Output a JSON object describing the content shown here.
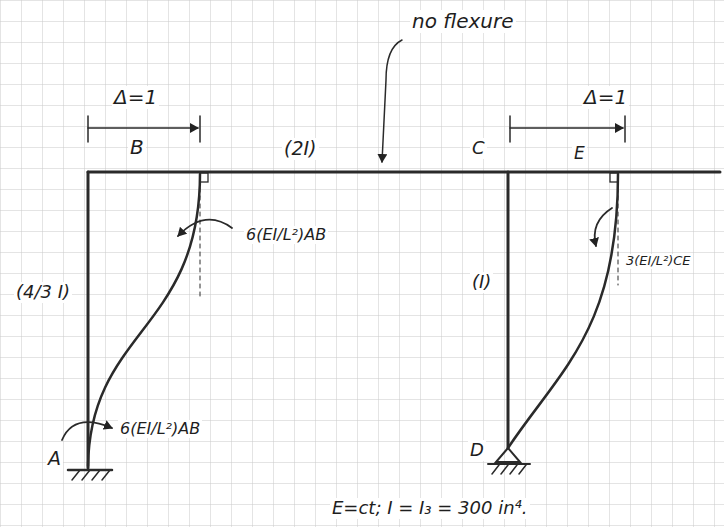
{
  "diagram": {
    "labels": [
      "no flexure",
      "Δ=1",
      "Δ=1",
      "B",
      "(2I)",
      "C",
      "E",
      "6(EI/L²)AB",
      "(4/3 I)",
      "(I)",
      "3(EI/L²)CE",
      "6(EI/L²)AB",
      "D",
      "A",
      "E=ct;  I = I₃ = 300 in⁴."
    ]
  }
}
